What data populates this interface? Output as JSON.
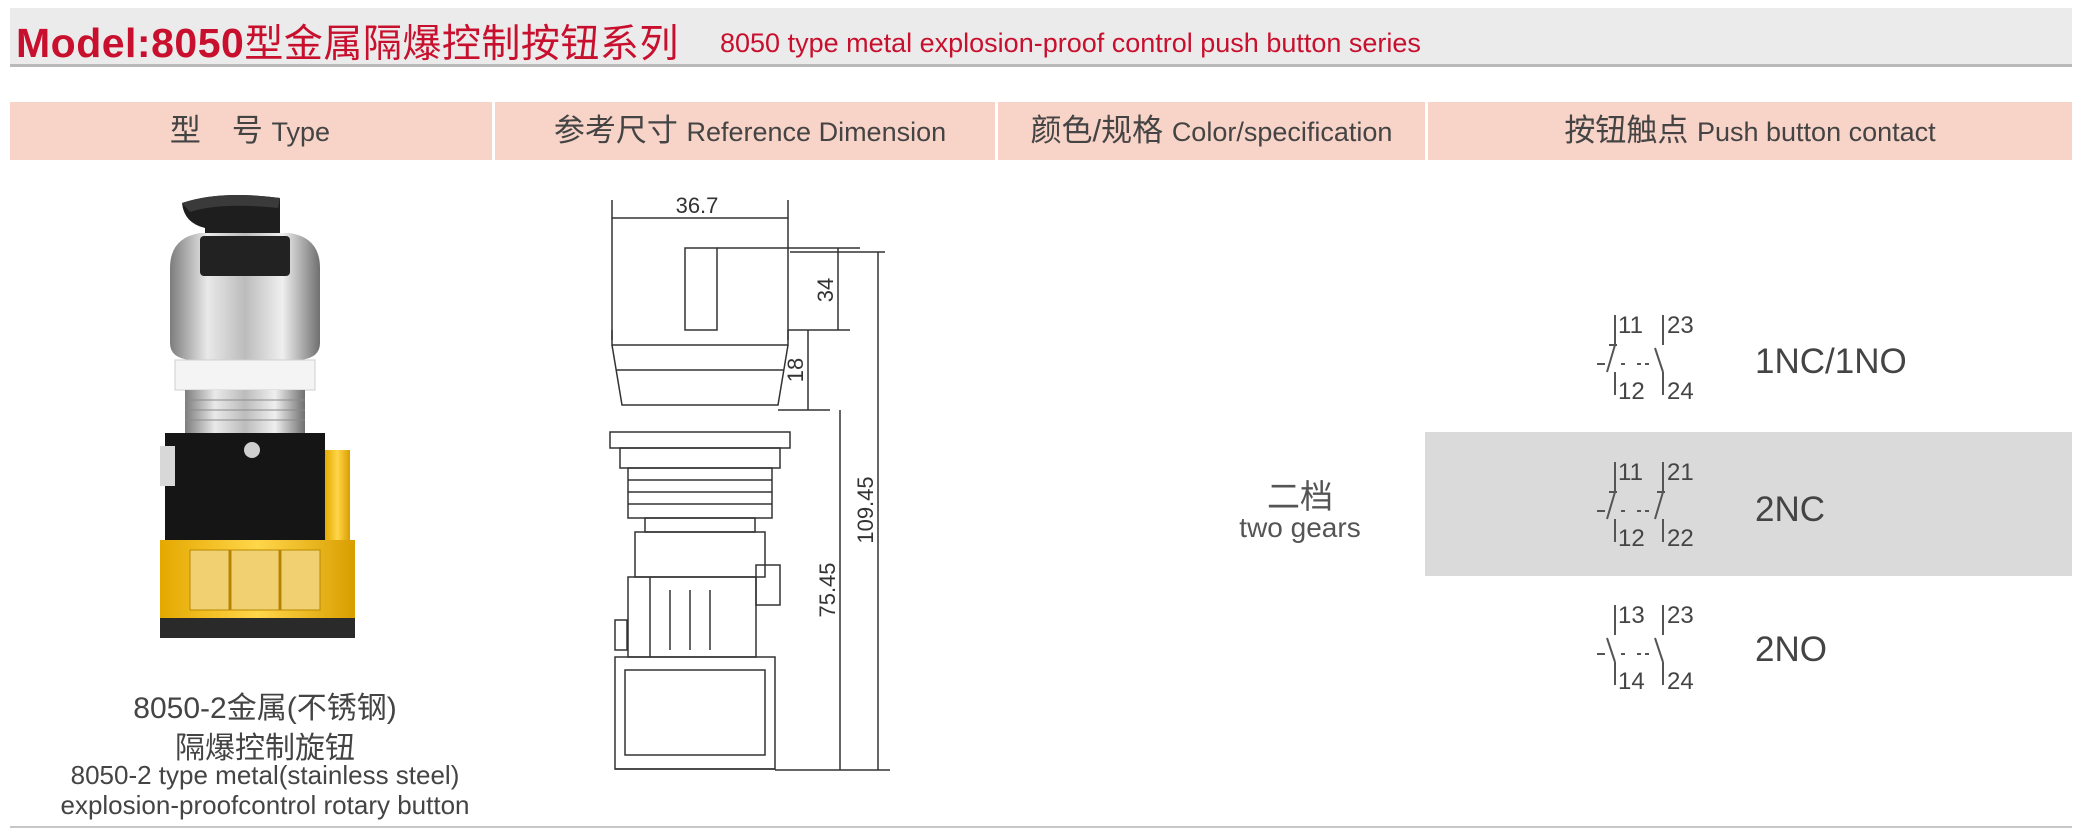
{
  "title": {
    "model_prefix": "Model:8050",
    "model_cn": "型金属隔爆控制按钮系列",
    "subtitle_en": "8050 type metal explosion-proof control push button series"
  },
  "header": {
    "type_cn": "型　号",
    "type_en": "Type",
    "dimension_cn": "参考尺寸",
    "dimension_en": "Reference Dimension",
    "color_cn": "颜色/规格",
    "color_en": "Color/specification",
    "contact_cn": "按钮触点",
    "contact_en": "Push button contact"
  },
  "product": {
    "line1": "8050-2金属(不锈钢)",
    "line2": "隔爆控制旋钮",
    "line3": "8050-2 type metal(stainless steel)",
    "line4": "explosion-proofcontrol rotary button"
  },
  "dimensions": {
    "width": "36.7",
    "knob_height": "34",
    "cap_height": "18",
    "total_height": "109.45",
    "body_height": "75.45"
  },
  "spec": {
    "gear_cn": "二档",
    "gear_en": "two gears"
  },
  "contacts": [
    {
      "label": "1NC/1NO",
      "pin_tl": "11",
      "pin_tr": "23",
      "pin_bl": "12",
      "pin_br": "24"
    },
    {
      "label": "2NC",
      "pin_tl": "11",
      "pin_tr": "21",
      "pin_bl": "12",
      "pin_br": "22"
    },
    {
      "label": "2NO",
      "pin_tl": "13",
      "pin_tr": "23",
      "pin_bl": "14",
      "pin_br": "24"
    }
  ],
  "colors": {
    "title_red": "#c8102e",
    "header_bg": "#f8d3c7",
    "grey_row": "#dadada"
  }
}
